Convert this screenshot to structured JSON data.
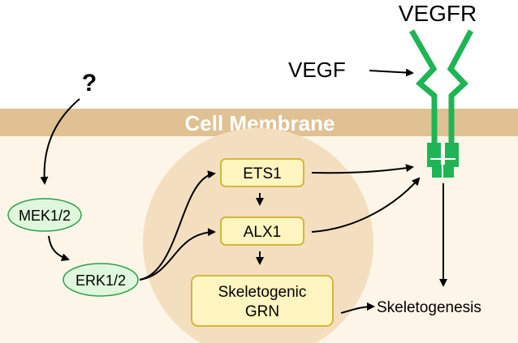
{
  "labels": {
    "receptor": "VEGFR",
    "ligand": "VEGF",
    "unknown": "?",
    "membrane": "Cell Membrane",
    "outcome": "Skeletogenesis"
  },
  "nodes": {
    "mek": "MEK1/2",
    "erk": "ERK1/2",
    "ets1": "ETS1",
    "alx1": "ALX1",
    "grn_line1": "Skeletogenic",
    "grn_line2": "GRN"
  },
  "colors": {
    "membrane": "#dfc193",
    "cytoplasm": "#fdf6e8",
    "nucleus": "#f3dfc0",
    "receptor": "#1fb556",
    "kinase_fill": "#dff7dc",
    "kinase_stroke": "#2f9e4a",
    "gene_fill": "#fff5c0",
    "gene_stroke": "#d6b53a",
    "membrane_text": "#ffffff",
    "arrow": "#000000"
  }
}
